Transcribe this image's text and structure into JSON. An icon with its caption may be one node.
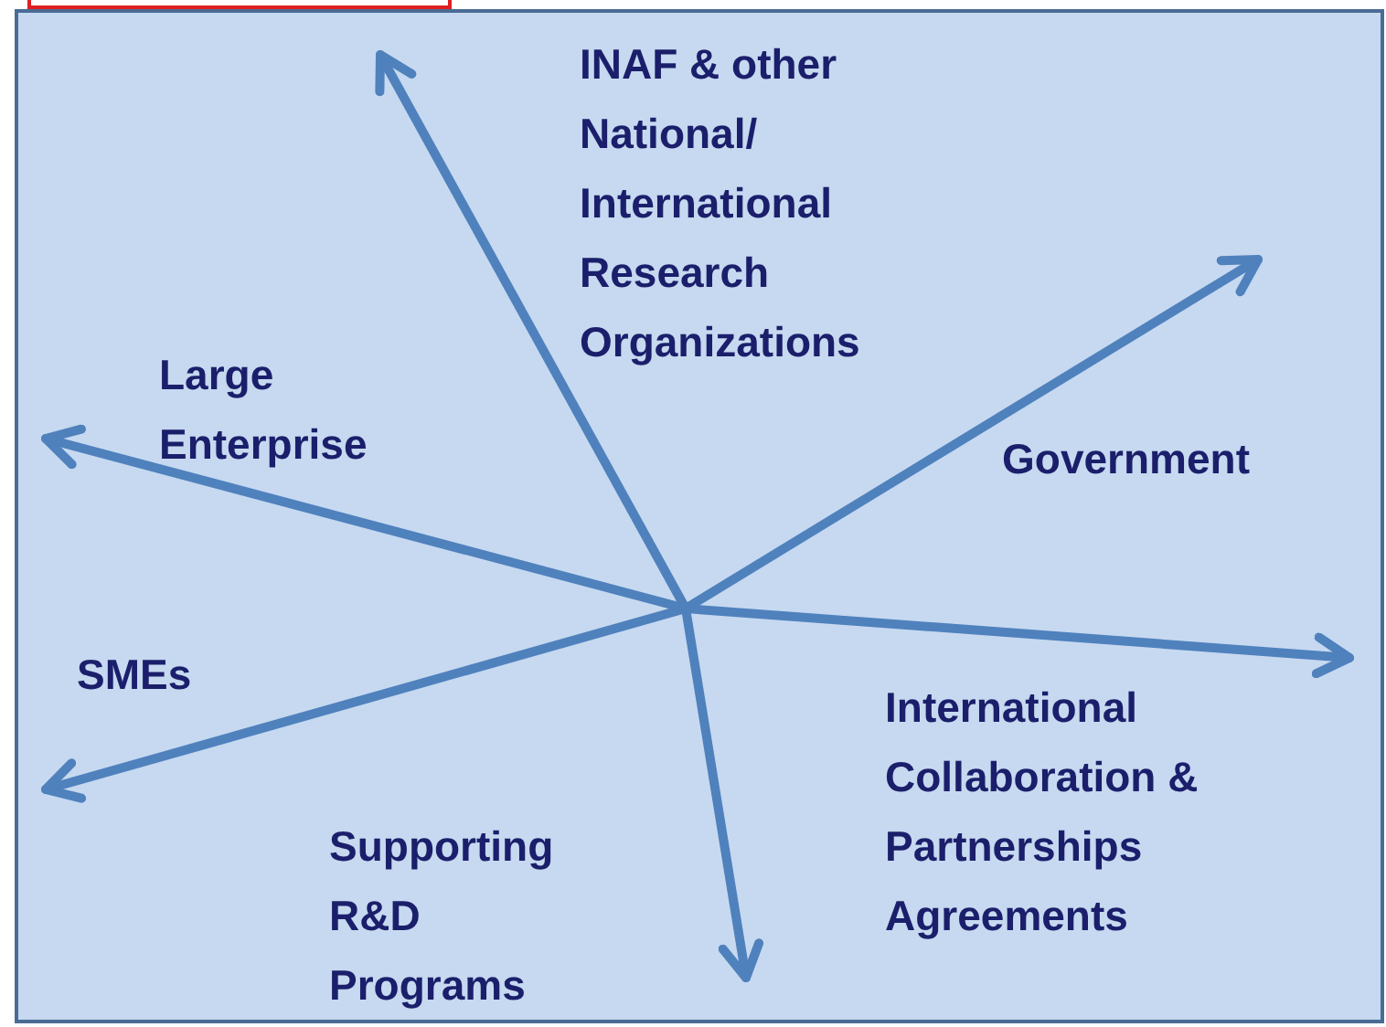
{
  "diagram": {
    "labels": [
      "INAF & other National/ International Research Organizations",
      "Large Enterprise",
      "Government",
      "SMEs",
      "International Collaboration & Partnerships Agreements",
      "Supporting R&D Programs"
    ]
  }
}
